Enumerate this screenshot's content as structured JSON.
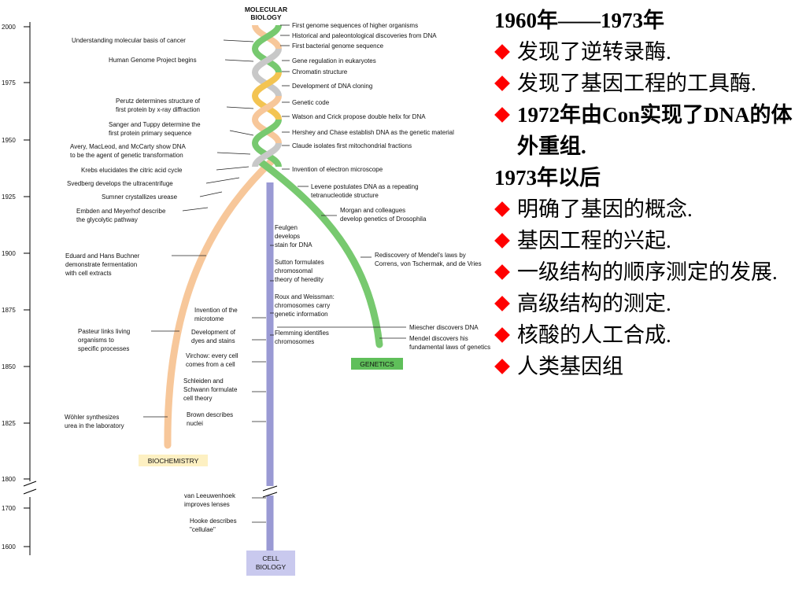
{
  "branches": {
    "molecular_biology": "MOLECULAR\nBIOLOGY",
    "biochemistry": "BIOCHEMISTRY",
    "genetics": "GENETICS",
    "cell_biology": "CELL\nBIOLOGY"
  },
  "colors": {
    "biochemistry": "#f7c79a",
    "genetics": "#77c96f",
    "cell_biology": "#9a9ad4",
    "helix_grey": "#c8c8c8",
    "helix_yellow": "#f3c452",
    "bullet": "#ff0000",
    "label_biochemistry_bg": "#fdf0c2",
    "label_genetics_bg": "#5fbf5a",
    "label_cell_biology_bg": "#c9c9ee"
  },
  "year_axis": [
    "2000",
    "1975",
    "1950",
    "1925",
    "1900",
    "1875",
    "1850",
    "1825",
    "1800",
    "1700",
    "1600"
  ],
  "left_events": [
    "Understanding molecular basis of cancer",
    "Human Genome Project begins",
    "Perutz determines structure of\nfirst protein by x-ray diffraction",
    "Sanger and Tuppy determine the\nfirst protein primary sequence",
    "Avery, MacLeod, and McCarty show DNA\nto be the agent of genetic transformation",
    "Krebs elucidates the citric acid cycle",
    "Svedberg develops the ultracentrifuge",
    "Sumner crystallizes urease",
    "Embden and Meyerhof describe\nthe glycolytic pathway",
    "Eduard and Hans Buchner\ndemonstrate fermentation\nwith cell extracts",
    "Pasteur links living\norganisms to\nspecific processes",
    "Wöhler synthesizes\nurea in the laboratory"
  ],
  "center_events": [
    "Feulgen\ndevelops\nstain for DNA",
    "Sutton formulates\nchromosomal\ntheory of heredity",
    "Roux and Weissman:\nchromosomes carry\ngenetic information",
    "Flemming identifies\nchromosomes",
    "Invention of the\nmicrotome",
    "Development of\ndyes and stains",
    "Virchow: every cell\ncomes from a cell",
    "Schleiden and\nSchwann formulate\ncell theory",
    "Brown describes\nnuclei",
    "van Leeuwenhoek\nimproves lenses",
    "Hooke describes\n\"cellulae\""
  ],
  "right_events": [
    "First genome sequences of higher organisms",
    "Historical and paleontological discoveries from DNA",
    "First bacterial genome sequence",
    "Gene regulation in eukaryotes",
    "Chromatin structure",
    "Development of DNA cloning",
    "Genetic code",
    "Watson and Crick propose double helix for DNA",
    "Hershey and Chase establish DNA as the genetic material",
    "Claude isolates first mitochondrial fractions",
    "Invention of electron microscope",
    "Levene postulates DNA as a repeating\ntetranucleotide structure",
    "Morgan and colleagues\ndevelop genetics of Drosophila",
    "Rediscovery of Mendel's laws by\nCorrens, von Tschermak, and de Vries",
    "Miescher discovers DNA",
    "Mendel discovers his\nfundamental laws of genetics"
  ],
  "notes": {
    "heading1": "1960年——1973年",
    "group1": [
      {
        "text": "发现了逆转录酶.",
        "bold": false
      },
      {
        "text": "发现了基因工程的工具酶.",
        "bold": false
      },
      {
        "text": "1972年由Con实现了DNA的体外重组.",
        "bold": true
      }
    ],
    "heading2": "1973年以后",
    "group2": [
      {
        "text": "明确了基因的概念.",
        "bold": false
      },
      {
        "text": "基因工程的兴起.",
        "bold": false
      },
      {
        "text": "一级结构的顺序测定的发展.",
        "bold": false
      },
      {
        "text": "高级结构的测定.",
        "bold": false
      },
      {
        "text": "核酸的人工合成.",
        "bold": false
      },
      {
        "text": "人类基因组",
        "bold": false
      }
    ]
  }
}
